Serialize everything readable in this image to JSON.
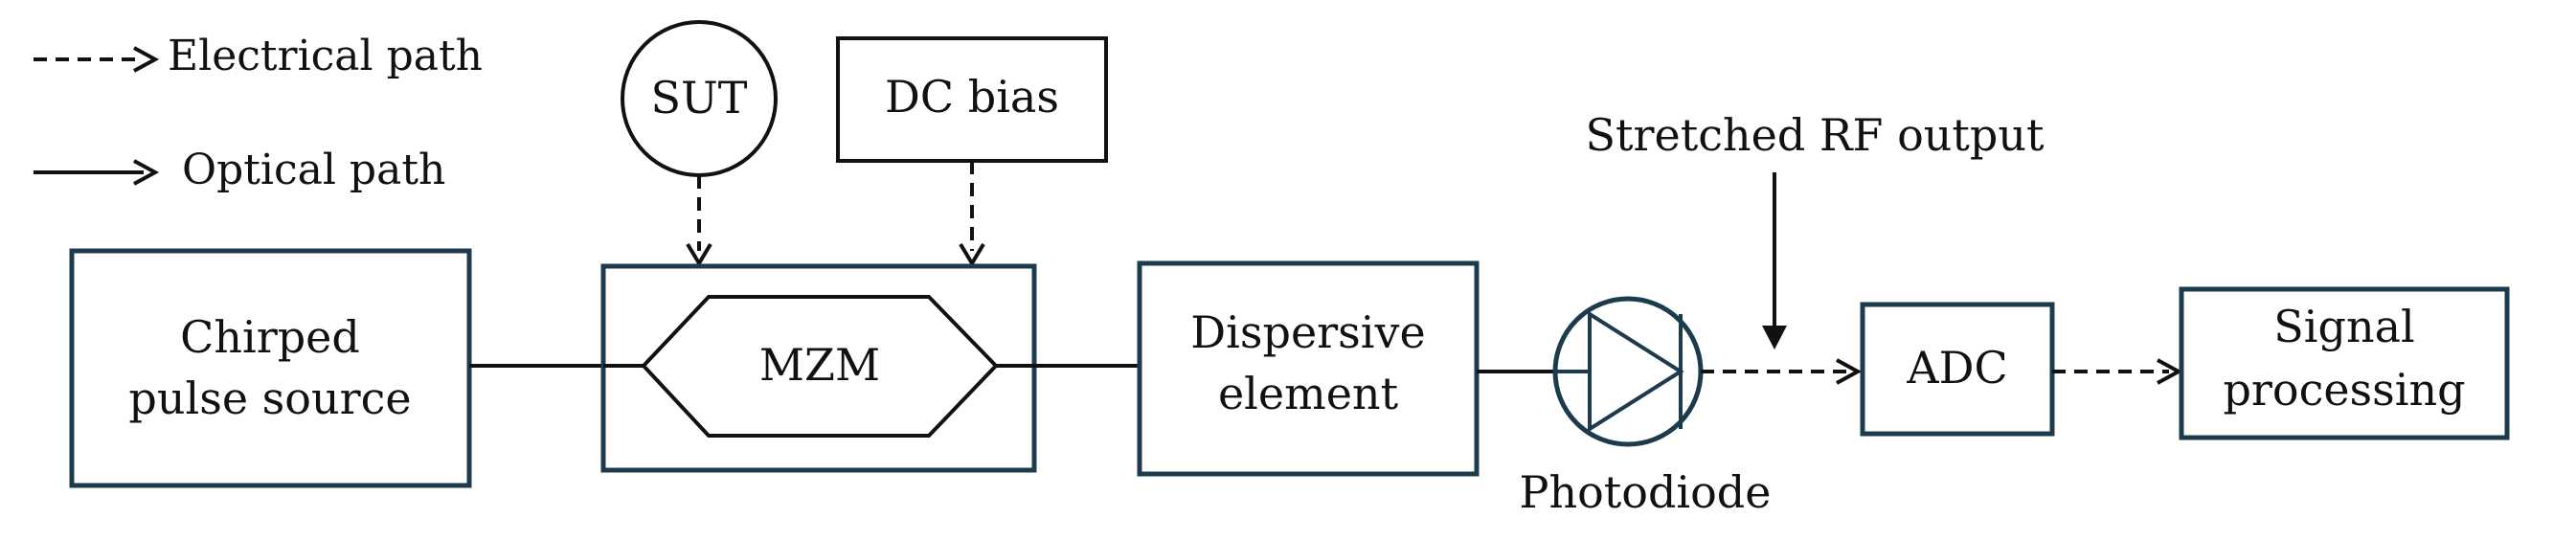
{
  "legend": {
    "electrical": "Electrical path",
    "optical": "Optical path"
  },
  "nodes": {
    "sut": "SUT",
    "dc_bias": "DC bias",
    "source_line1": "Chirped",
    "source_line2": "pulse source",
    "mzm": "MZM",
    "dispersive_line1": "Dispersive",
    "dispersive_line2": "element",
    "photodiode": "Photodiode",
    "stretched_output": "Stretched RF output",
    "adc": "ADC",
    "signal_line1": "Signal",
    "signal_line2": "processing"
  },
  "colors": {
    "box_stroke": "#1c3b4c",
    "line": "#111111"
  }
}
